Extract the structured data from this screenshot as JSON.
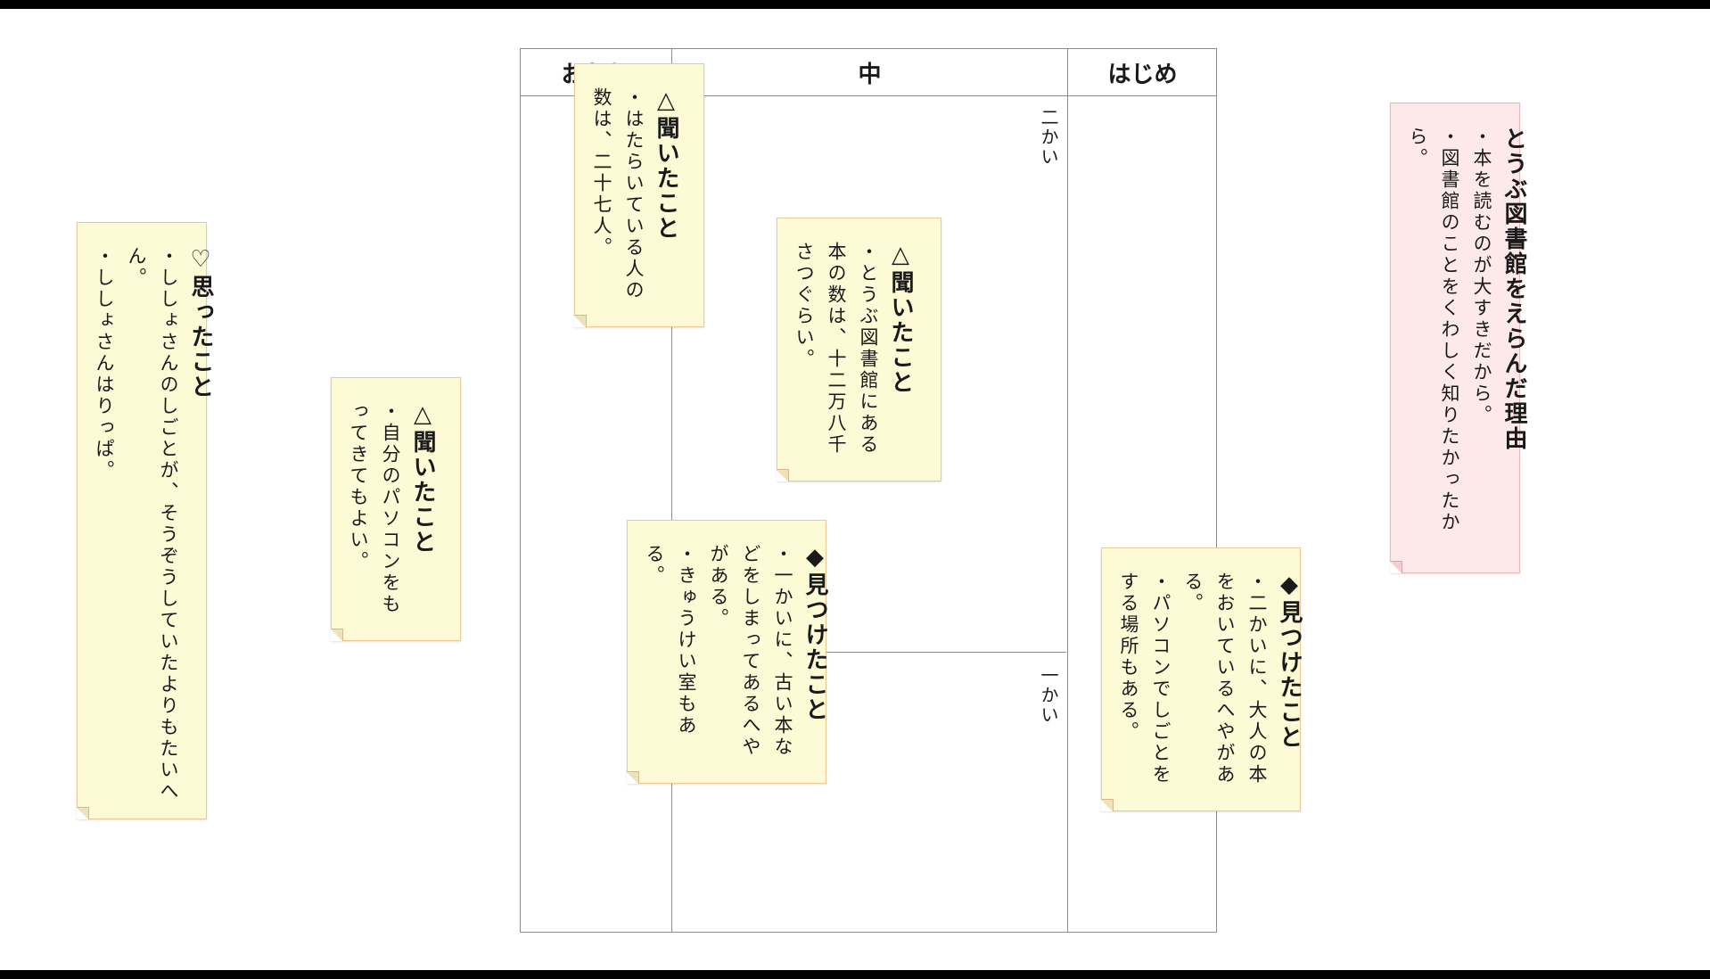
{
  "framework": {
    "headers": {
      "end": "おわり",
      "middle": "中",
      "beginning": "はじめ"
    },
    "floors": {
      "second": "二かい",
      "first": "一かい"
    }
  },
  "notes": {
    "reason": {
      "title": "とうぶ図書館をえらんだ理由",
      "items": [
        "・本を読むのが大すきだから。",
        "・図書館のことをくわしく知りたかったから。"
      ]
    },
    "heard_staff": {
      "title": "△聞いたこと",
      "items": [
        "・はたらいている人の数は、二十七人。"
      ]
    },
    "heard_books": {
      "title": "△聞いたこと",
      "items": [
        "・とうぶ図書館にある本の数は、十二万八千さつぐらい。"
      ]
    },
    "found_first_floor": {
      "title": "◆見つけたこと",
      "items": [
        "・一かいに、古い本などをしまってあるへやがある。",
        "・きゅうけい室もある。"
      ]
    },
    "found_second_floor": {
      "title": "◆見つけたこと",
      "items": [
        "・二かいに、大人の本をおいているへやがある。",
        "・パソコンでしごとをする場所もある。"
      ]
    },
    "heard_pc": {
      "title": "△聞いたこと",
      "items": [
        "・自分のパソコンをもってきてもよい。"
      ]
    },
    "thought": {
      "title": "♡思ったこと",
      "items": [
        "・ししょさんのしごとが、そうぞうしていたよりもたいへん。",
        "・ししょさんはりっぱ。"
      ]
    }
  },
  "colors": {
    "note": "#fdfad6",
    "note_pink": "#fde9ea",
    "border": "#8c8c8c"
  }
}
